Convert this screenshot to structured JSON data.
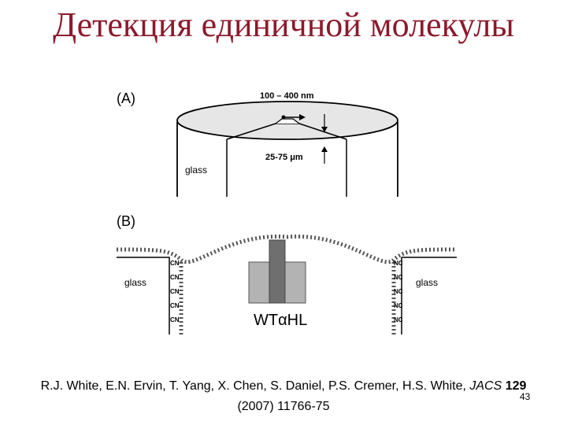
{
  "slide": {
    "title": "Детекция единичной молекулы",
    "page_number": "43"
  },
  "panel_a": {
    "label": "(A)",
    "width_label": "100 – 400 nm",
    "depth_label": "25-75 μm",
    "glass_label": "glass"
  },
  "panel_b": {
    "label": "(B)",
    "glass_left": "glass",
    "glass_right": "glass",
    "protein_label": "WTαHL",
    "cn_label": "CN",
    "nc_label": "NC"
  },
  "citation": {
    "authors": "R.J. White, E.N. Ervin, T. Yang, X. Chen, S. Daniel, P.S. Cremer, H.S. White, ",
    "journal": "JACS",
    "volume": "129",
    "details": "(2007) 11766-75"
  }
}
